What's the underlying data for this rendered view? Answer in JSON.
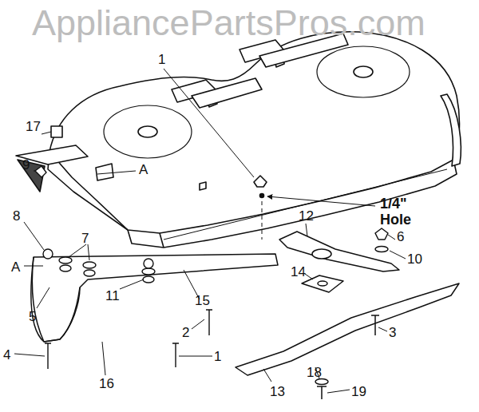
{
  "diagram": {
    "labels": [
      "AppliancePartsPros.com",
      "1",
      "17",
      "9",
      "A",
      "1/4\" Hole",
      "8",
      "7",
      "A",
      "11",
      "5",
      "15",
      "2",
      "12",
      "6",
      "10",
      "14",
      "3",
      "4",
      "16",
      "1",
      "13",
      "18",
      "19"
    ]
  }
}
